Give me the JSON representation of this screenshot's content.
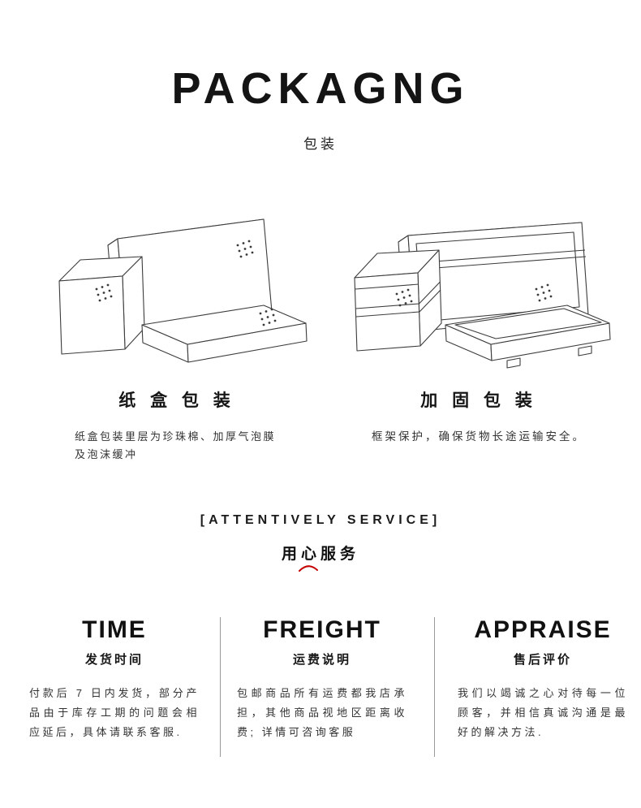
{
  "header": {
    "title": "PACKAGNG",
    "subtitle": "包装"
  },
  "packaging": {
    "left": {
      "title": "纸 盒 包 装",
      "caption": "纸盒包装里层为珍珠棉、加厚气泡膜及泡沫缓冲"
    },
    "right": {
      "title": "加 固 包 装",
      "caption": "框架保护，确保货物长途运输安全。"
    }
  },
  "service": {
    "heading": "[ATTENTIVELY SERVICE]",
    "subheading": "用心服务"
  },
  "columns": [
    {
      "title": "TIME",
      "subtitle": "发货时间",
      "body": "付款后 7 日内发货，部分产品由于库存工期的问题会相应延后，具体请联系客服."
    },
    {
      "title": "FREIGHT",
      "subtitle": "运费说明",
      "body": "包邮商品所有运费都我店承担，其他商品视地区距离收费; 详情可咨询客服"
    },
    {
      "title": "APPRAISE",
      "subtitle": "售后评价",
      "body": "我们以竭诚之心对待每一位顾客，并相信真诚沟通是最好的解决方法."
    }
  ],
  "colors": {
    "accent_red": "#c40000",
    "line_art": "#3c3c3c",
    "divider": "#9a9a9a"
  }
}
